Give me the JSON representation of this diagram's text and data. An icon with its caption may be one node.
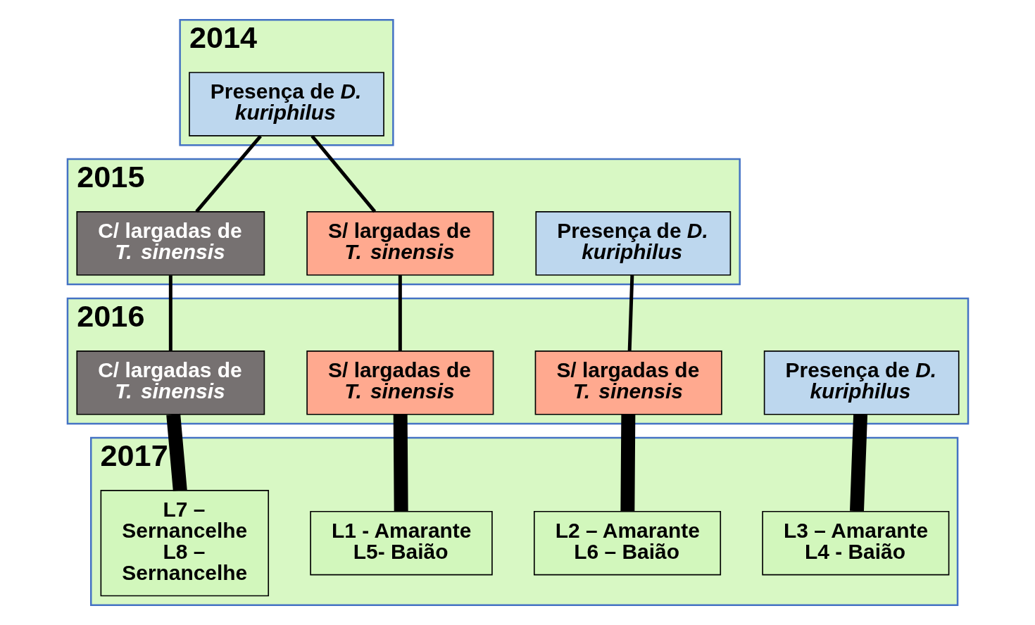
{
  "diagram": {
    "nodes": [
      {
        "text": [
          "2014"
        ]
      },
      {
        "text": [
          "Presença de *D. kuriphilus*"
        ],
        "in": 0
      },
      {
        "text": [
          "2015"
        ]
      },
      {
        "text": [
          "C/ largadas de *T. sinensis*"
        ],
        "in": 2
      },
      {
        "text": [
          "S/ largadas de *T. sinensis*"
        ],
        "in": 2
      },
      {
        "text": [
          "Presença de *D. kuriphilus*"
        ],
        "in": 2
      },
      {
        "text": [
          "2016"
        ]
      },
      {
        "text": [
          "C/ largadas de *T. sinensis*"
        ],
        "in": 6
      },
      {
        "text": [
          "S/ largadas de *T. sinensis*"
        ],
        "in": 6
      },
      {
        "text": [
          "S/ largadas de *T. sinensis*"
        ],
        "in": 6
      },
      {
        "text": [
          "Presença de *D. kuriphilus*"
        ],
        "in": 6
      },
      {
        "text": [
          "2017"
        ]
      },
      {
        "text": [
          "L7 – Sernancelhe",
          "L8 – Sernancelhe"
        ],
        "in": 11
      },
      {
        "text": [
          "L1 - Amarante",
          "L5- Baião"
        ],
        "in": 11
      },
      {
        "text": [
          "L2 – Amarante",
          "L6 – Baião"
        ],
        "in": 11
      },
      {
        "text": [
          "L3 – Amarante",
          "L4 - Baião"
        ],
        "in": 11
      }
    ],
    "edges": [
      {
        "from": 1,
        "to": 3,
        "arrow": "none"
      },
      {
        "from": 1,
        "to": 4,
        "arrow": "none"
      },
      {
        "from": 3,
        "to": 7,
        "arrow": "none"
      },
      {
        "from": 4,
        "to": 8,
        "arrow": "none"
      },
      {
        "from": 5,
        "to": 9,
        "arrow": "none"
      },
      {
        "from": 7,
        "to": 12,
        "arrow": "none",
        "style": "thick"
      },
      {
        "from": 8,
        "to": 13,
        "arrow": "none",
        "style": "thick"
      },
      {
        "from": 9,
        "to": 14,
        "arrow": "none",
        "style": "thick"
      },
      {
        "from": 10,
        "to": 15,
        "arrow": "none",
        "style": "thick"
      }
    ]
  }
}
